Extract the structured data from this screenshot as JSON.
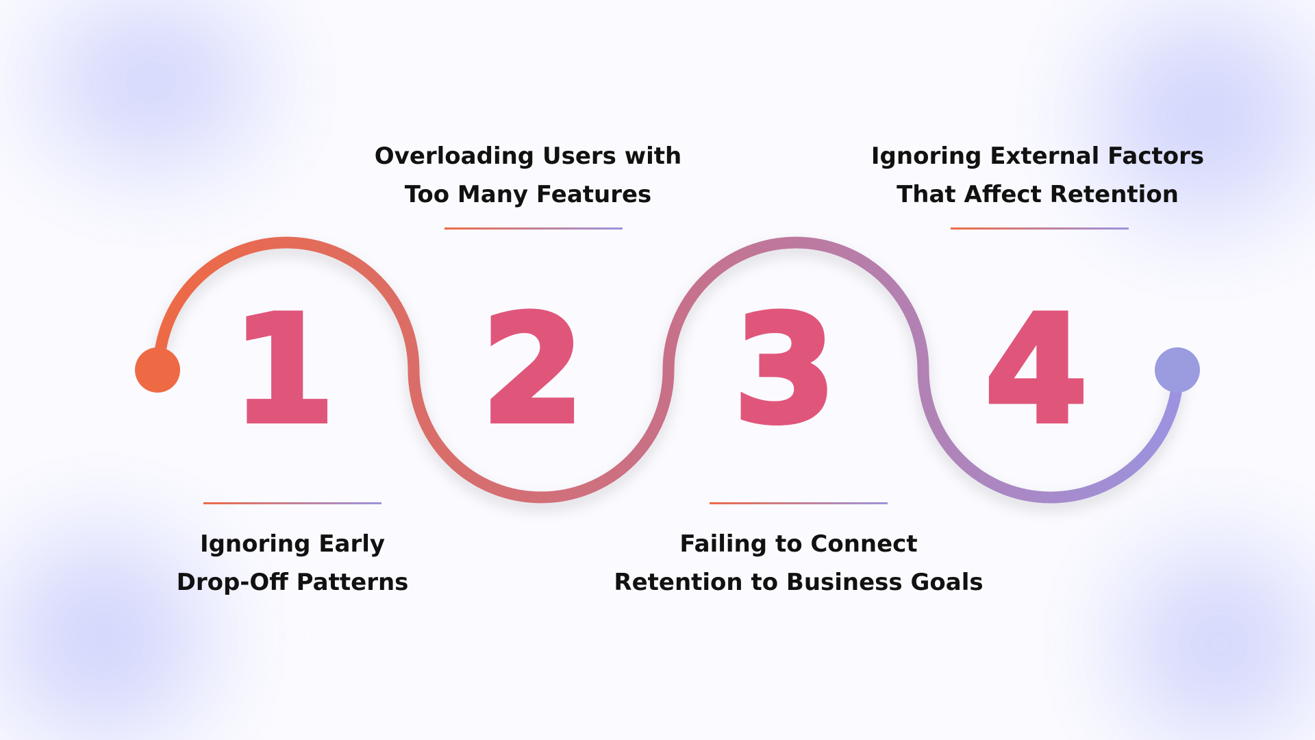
{
  "steps": [
    {
      "number": "1",
      "title_line1": "Ignoring Early",
      "title_line2": "Drop-Off Patterns"
    },
    {
      "number": "2",
      "title_line1": "Overloading Users with",
      "title_line2": "Too Many Features"
    },
    {
      "number": "3",
      "title_line1": "Failing to Connect",
      "title_line2": "Retention to Business Goals"
    },
    {
      "number": "4",
      "title_line1": "Ignoring External Factors",
      "title_line2": "That Affect Retention"
    }
  ],
  "colors": {
    "start": "#EE6A45",
    "end": "#9B93E0",
    "number": "#E0567B"
  }
}
